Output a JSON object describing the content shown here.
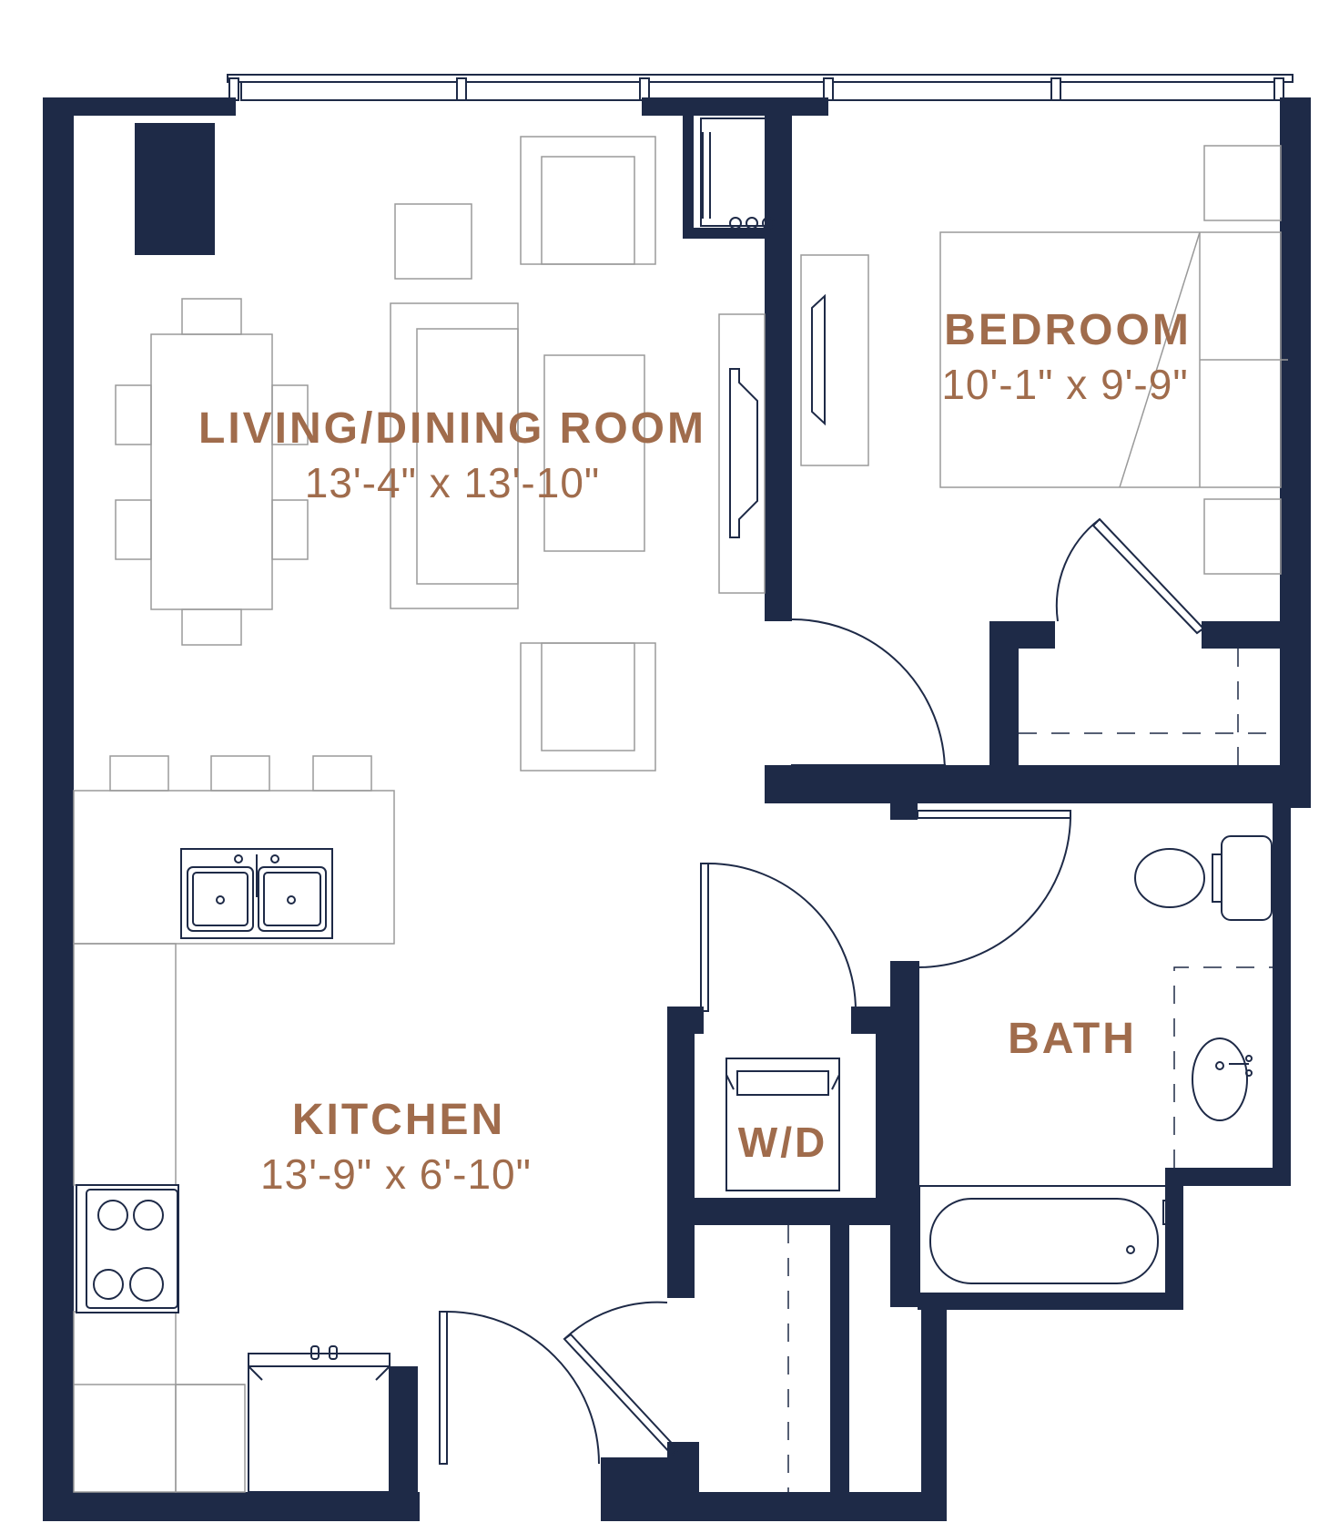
{
  "rooms": {
    "living": {
      "name": "LIVING/DINING ROOM",
      "dimensions": "13'-4\" x 13'-10\""
    },
    "bedroom": {
      "name": "BEDROOM",
      "dimensions": "10'-1\" x 9'-9\""
    },
    "kitchen": {
      "name": "KITCHEN",
      "dimensions": "13'-9\" x 6'-10\""
    },
    "bath": {
      "name": "BATH"
    },
    "laundry": {
      "name": "W/D"
    }
  },
  "colors": {
    "walls": "#1e2a47",
    "labels": "#a06c4c",
    "furniture": "#9a9a9a",
    "background": "#ffffff"
  }
}
